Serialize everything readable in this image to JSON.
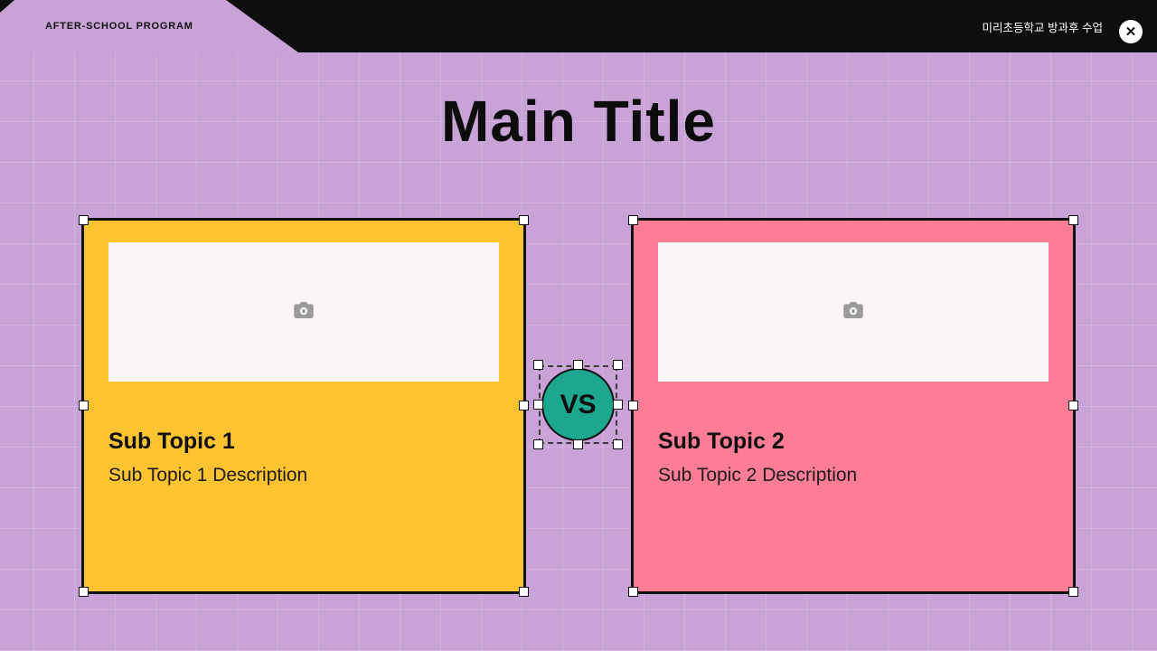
{
  "topbar": {
    "program_label": "AFTER-SCHOOL PROGRAM",
    "document_title": "미리초등학교 방과후 수업",
    "close_icon": "✕"
  },
  "slide": {
    "main_title": "Main Title",
    "vs_badge": "VS",
    "cards": [
      {
        "title": "Sub Topic 1",
        "description": "Sub Topic 1 Description"
      },
      {
        "title": "Sub Topic 2",
        "description": "Sub Topic 2 Description"
      }
    ]
  },
  "colors": {
    "topbar_bg": "#0e0e0e",
    "canvas_bg": "#c9a3d8",
    "grid_line": "rgba(255,255,255,0.17)",
    "card_yellow": "#fdc330",
    "card_pink": "#fd7d96",
    "vs_teal": "#1ea78f",
    "placeholder_bg": "#faf5f8",
    "camera_icon_gray": "#9b9b9b",
    "selection_handle": "#ffffff"
  }
}
